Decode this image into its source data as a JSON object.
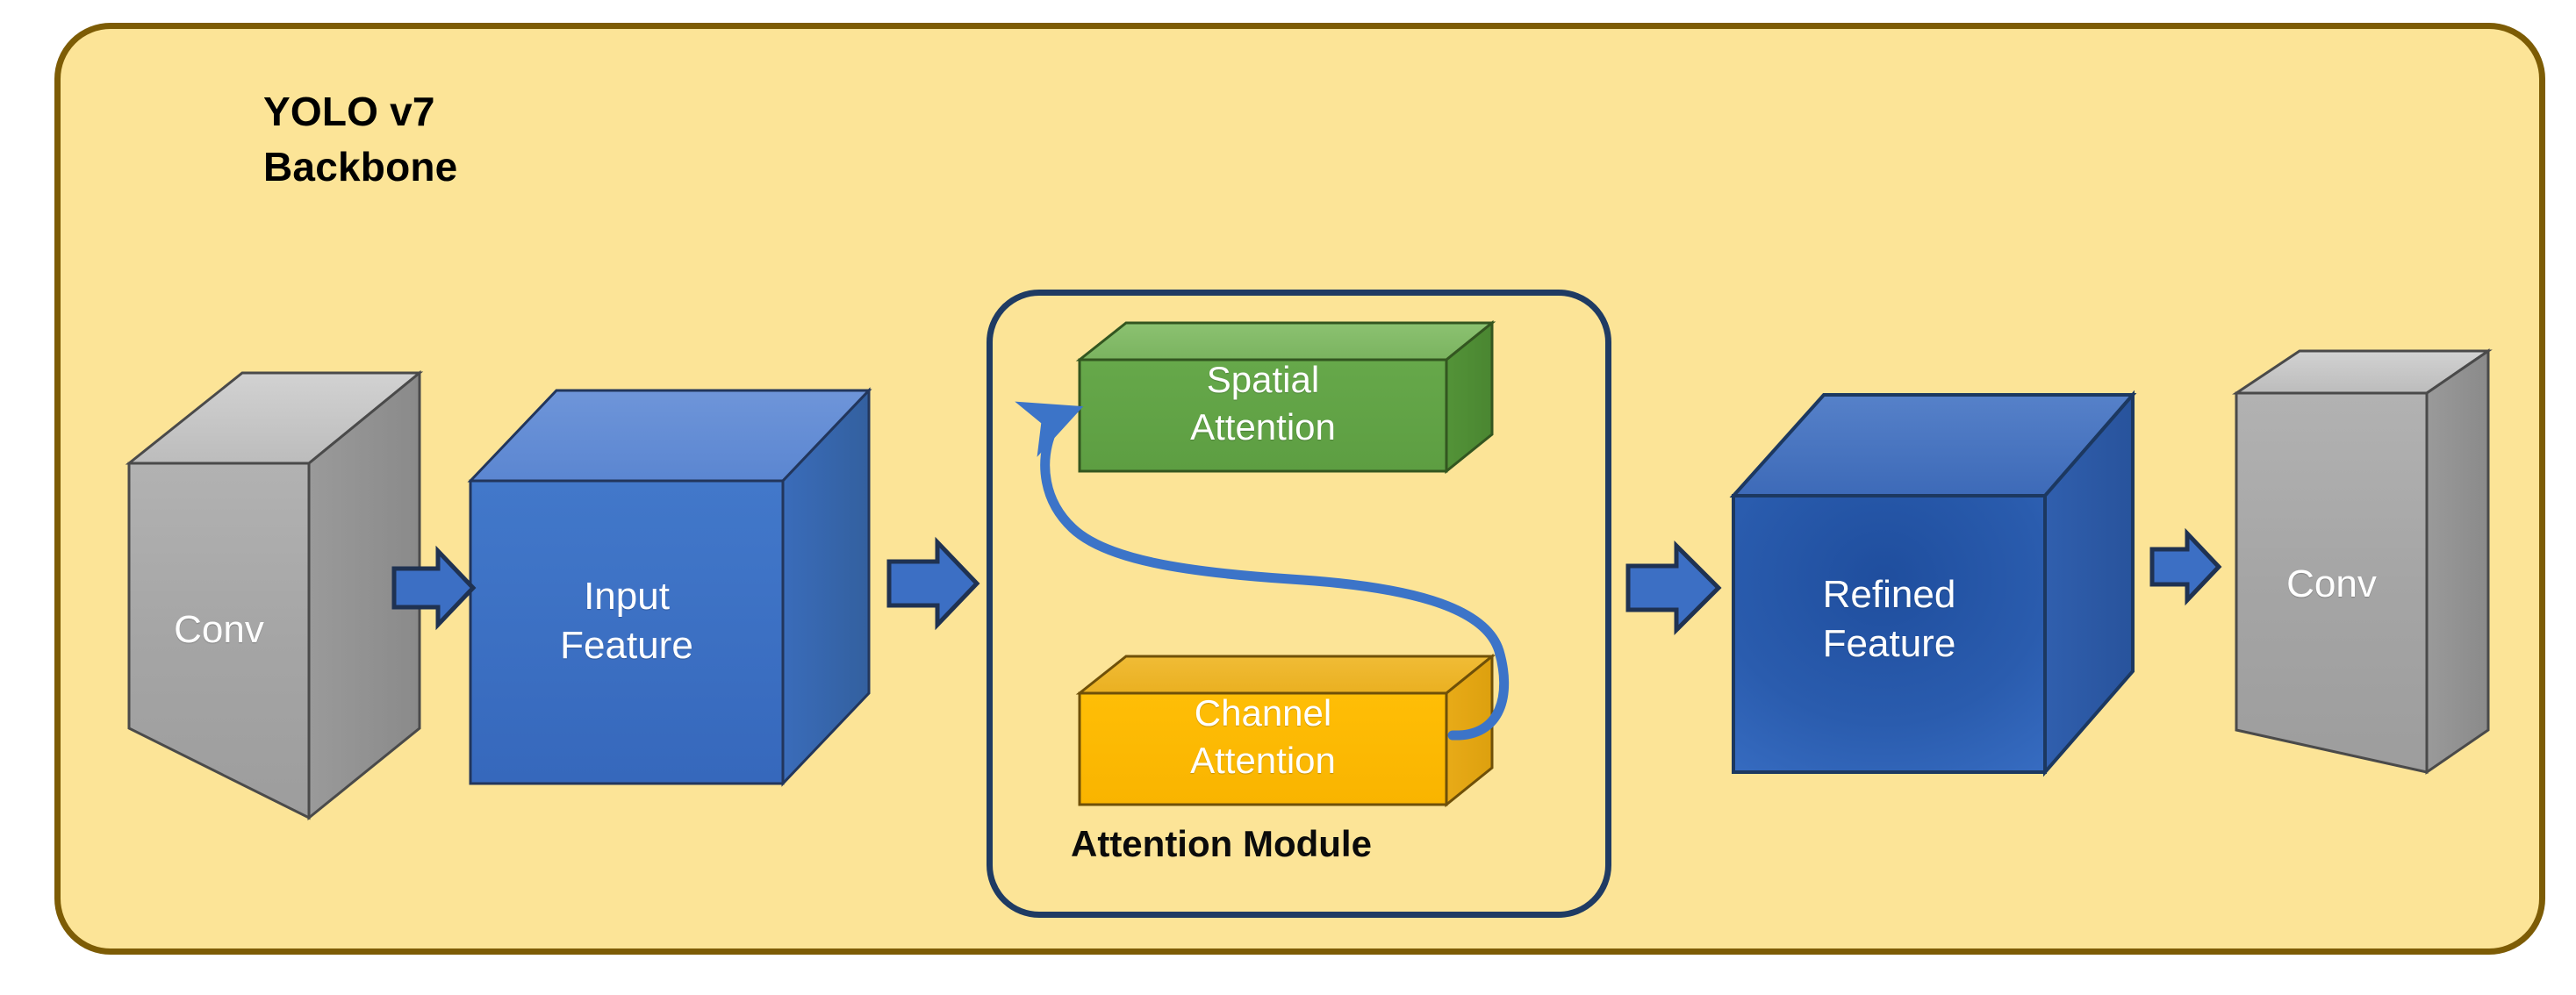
{
  "diagram": {
    "title_line1": "YOLO v7",
    "title_line2": "Backbone",
    "title_text": "YOLO v7\nBackbone",
    "background_color": "#fce497",
    "panel_border_color": "#7d5c05",
    "module_border_color": "#1f3b63"
  },
  "nodes": {
    "conv_in": {
      "label": "Conv",
      "shape": "3d-slab",
      "face_color": "#a6a6a6",
      "top_color": "#c8c8c8",
      "side_color": "#8f8f8f",
      "text_color": "#ffffff"
    },
    "input_feature": {
      "label": "Input\nFeature",
      "label_line1": "Input",
      "label_line2": "Feature",
      "shape": "3d-cube",
      "face_color": "#3c6fc4",
      "top_color": "#628ad4",
      "side_color": "#3664ae",
      "text_color": "#ffffff"
    },
    "spatial_attention": {
      "label": "Spatial\nAttention",
      "label_line1": "Spatial",
      "label_line2": "Attention",
      "shape": "3d-bar",
      "face_color": "#61a345",
      "top_color": "#84bb69",
      "side_color": "#4e8a37",
      "text_color": "#ffffff"
    },
    "channel_attention": {
      "label": "Channel\nAttention",
      "label_line1": "Channel",
      "label_line2": "Attention",
      "shape": "3d-bar",
      "face_color": "#fcb700",
      "top_color": "#edb52c",
      "side_color": "#e0a61d",
      "text_color": "#ffffff"
    },
    "refined_feature": {
      "label": "Refined\nFeature",
      "label_line1": "Refined",
      "label_line2": "Feature",
      "shape": "3d-cube",
      "face_color": "#2e63b8",
      "top_color": "#4f7fca",
      "side_color": "#2b5aa6",
      "text_color": "#ffffff"
    },
    "conv_out": {
      "label": "Conv",
      "shape": "3d-slab",
      "face_color": "#a6a6a6",
      "top_color": "#c8c8c8",
      "side_color": "#8f8f8f",
      "text_color": "#ffffff"
    }
  },
  "module": {
    "label": "Attention Module"
  },
  "arrows": {
    "fill_color": "#3c6fc4",
    "stroke_color": "#1f3252",
    "curve_color": "#3c74c8",
    "items": [
      {
        "name": "conv-to-input"
      },
      {
        "name": "input-to-attention"
      },
      {
        "name": "attention-to-refined"
      },
      {
        "name": "refined-to-conv"
      }
    ],
    "feedback": {
      "name": "channel-to-spatial-curve"
    }
  }
}
